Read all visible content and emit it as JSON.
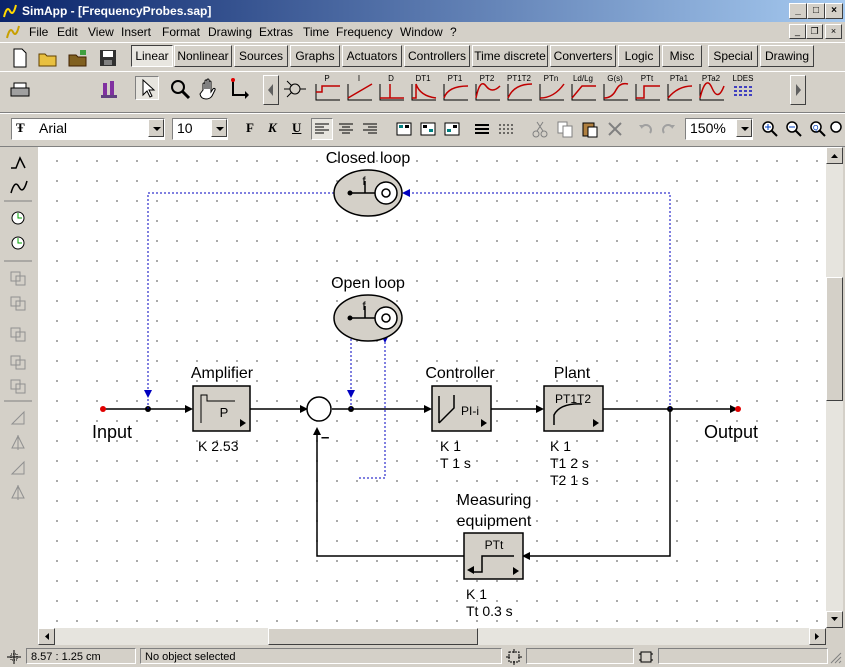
{
  "window": {
    "title": "SimApp - [FrequencyProbes.sap]"
  },
  "menu": [
    "File",
    "Edit",
    "View",
    "Insert",
    "Format",
    "Drawing",
    "Extras",
    "Time",
    "Frequency",
    "Window",
    "?"
  ],
  "tabs": [
    "Linear",
    "Nonlinear",
    "Sources",
    "Graphs",
    "Actuators",
    "Controllers",
    "Time discrete",
    "Converters",
    "Logic",
    "Misc",
    "Special",
    "Drawing"
  ],
  "active_tab": "Linear",
  "palette_labels": [
    "P",
    "I",
    "D",
    "DT1",
    "PT1",
    "PT2",
    "PT1T2",
    "PTn",
    "Ld/Lg",
    "G(s)",
    "PTt",
    "PTa1",
    "PTa2",
    "LDES"
  ],
  "font": {
    "name": "Arial",
    "size": "10"
  },
  "format_buttons": {
    "bold": "F",
    "italic": "K",
    "underline": "U"
  },
  "zoom": "150%",
  "diagram": {
    "closed_loop_label": "Closed loop",
    "open_loop_label": "Open loop",
    "probe_letter": "f",
    "input_label": "Input",
    "output_label": "Output",
    "amplifier": {
      "label": "Amplifier",
      "symbol": "P",
      "params": "K  2.53"
    },
    "controller": {
      "label": "Controller",
      "symbol": "PI-i",
      "params": [
        "K  1",
        "T  1  s"
      ]
    },
    "plant": {
      "label": "Plant",
      "symbol": "PT1T2",
      "params": [
        "K    1",
        "T1  2  s",
        "T2  1  s"
      ]
    },
    "measuring": {
      "label_line1": "Measuring",
      "label_line2": "equipment",
      "symbol": "PTt",
      "params": [
        "K      1",
        "Tt  0.3  s"
      ]
    },
    "minus": "–"
  },
  "status": {
    "coords": "8.57 :    1.25 cm",
    "message": "No object selected"
  },
  "colors": {
    "title_start": "#0a246a",
    "title_end": "#a6caf0",
    "probe_fill": "#d4d0c8",
    "dashed_wire": "#0000c0",
    "terminal": "#e00000"
  }
}
